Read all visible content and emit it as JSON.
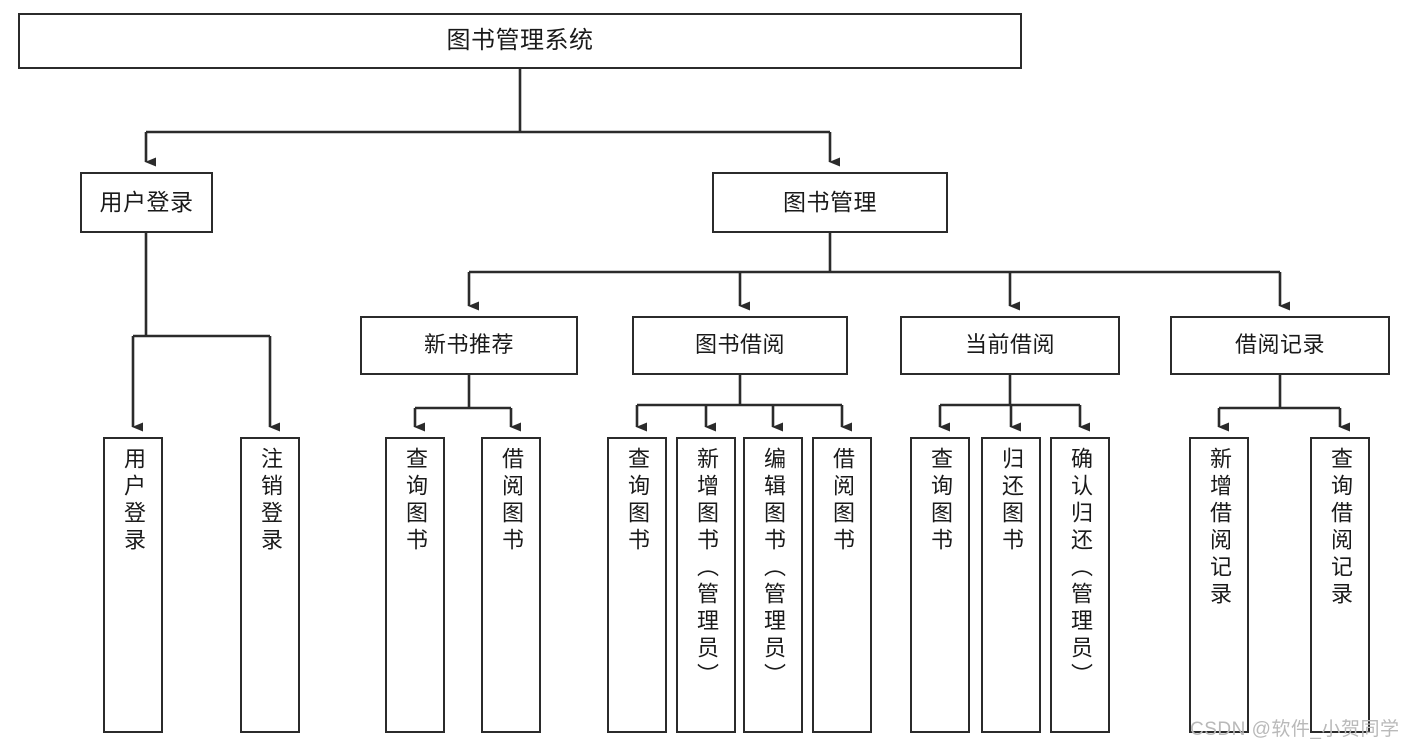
{
  "diagram": {
    "title": "图书管理系统",
    "type": "tree-hierarchy-chart",
    "colors": {
      "background": "#ffffff",
      "node_border": "#2b2b2b",
      "node_fill": "#ffffff",
      "edge": "#2b2b2b",
      "text": "#1a1a1a",
      "watermark": "#b9b9b9"
    },
    "root": {
      "id": "root",
      "label": "图书管理系统"
    },
    "level2": [
      {
        "id": "user-login",
        "label": "用户登录"
      },
      {
        "id": "book-manage",
        "label": "图书管理"
      }
    ],
    "level3": [
      {
        "id": "new-book-rec",
        "label": "新书推荐"
      },
      {
        "id": "book-borrow",
        "label": "图书借阅"
      },
      {
        "id": "current-borrow",
        "label": "当前借阅"
      },
      {
        "id": "borrow-record",
        "label": "借阅记录"
      }
    ],
    "leaves": {
      "user_login": [
        {
          "id": "leaf-user-login",
          "label": "用户登录"
        },
        {
          "id": "leaf-logout",
          "label": "注销登录"
        }
      ],
      "new_book_rec": [
        {
          "id": "leaf-query-book-1",
          "label": "查询图书"
        },
        {
          "id": "leaf-borrow-book-1",
          "label": "借阅图书"
        }
      ],
      "book_borrow": [
        {
          "id": "leaf-query-book-2",
          "label": "查询图书"
        },
        {
          "id": "leaf-add-book",
          "label": "新增图书（管理员）"
        },
        {
          "id": "leaf-edit-book",
          "label": "编辑图书（管理员）"
        },
        {
          "id": "leaf-borrow-book-2",
          "label": "借阅图书"
        }
      ],
      "current_borrow": [
        {
          "id": "leaf-query-book-3",
          "label": "查询图书"
        },
        {
          "id": "leaf-return-book",
          "label": "归还图书"
        },
        {
          "id": "leaf-confirm-return",
          "label": "确认归还（管理员）"
        }
      ],
      "borrow_record": [
        {
          "id": "leaf-add-record",
          "label": "新增借阅记录"
        },
        {
          "id": "leaf-query-record",
          "label": "查询借阅记录"
        }
      ]
    }
  },
  "watermark": {
    "text": "CSDN @软件_小贺同学"
  }
}
